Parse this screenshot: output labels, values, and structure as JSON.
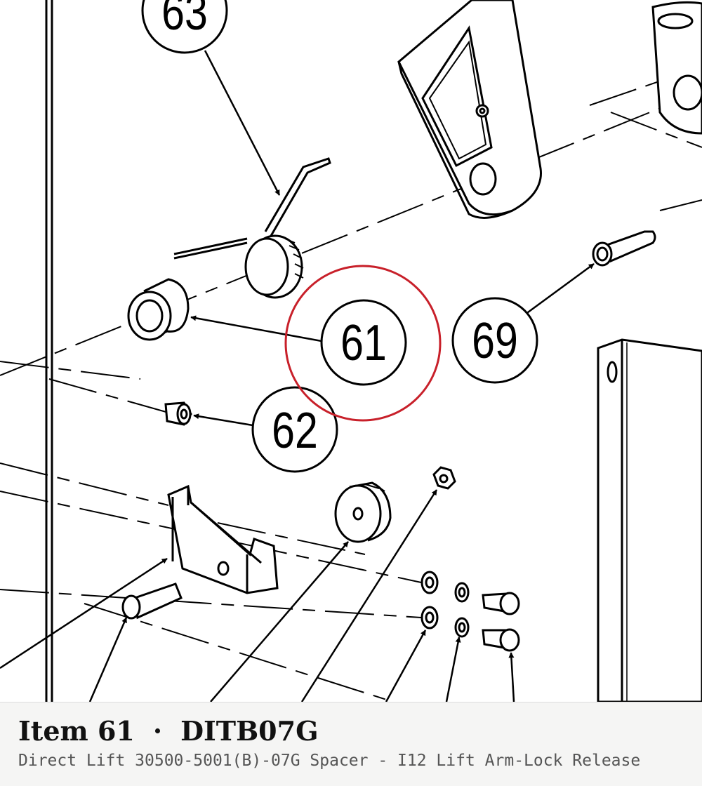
{
  "diagram": {
    "callouts": [
      {
        "id": "63",
        "label": "63"
      },
      {
        "id": "61",
        "label": "61"
      },
      {
        "id": "69",
        "label": "69"
      },
      {
        "id": "62",
        "label": "62"
      }
    ],
    "highlighted_callout": "61",
    "highlight_color": "#c8202a",
    "line_color": "#000000"
  },
  "footer": {
    "item_label": "Item 61",
    "separator": "·",
    "part_number": "DITB07G",
    "description": "Direct Lift 30500-5001(B)-07G Spacer - I12 Lift Arm-Lock Release"
  }
}
